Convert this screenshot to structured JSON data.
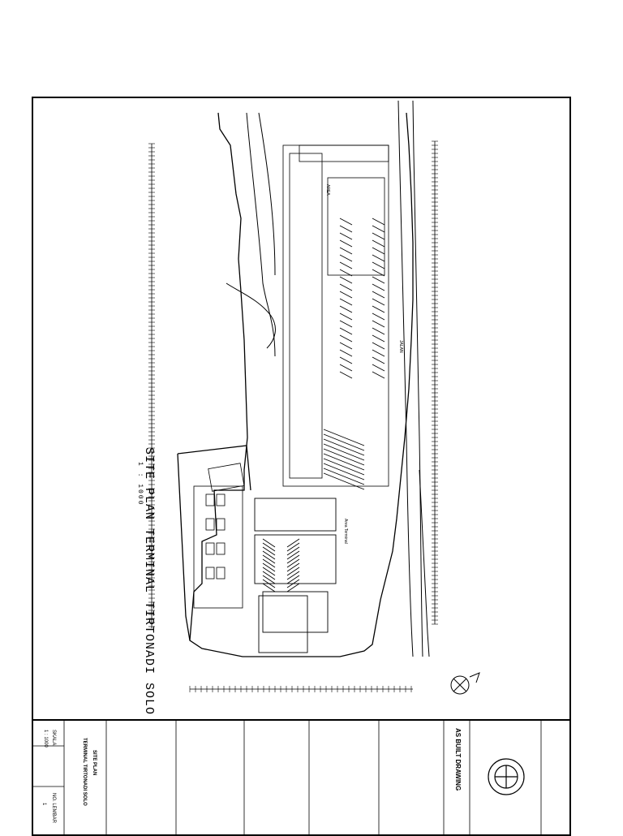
{
  "drawing": {
    "title": "SITE PLAN TERMINAL TIRTONADI SOLO",
    "scale": "1 : 1000"
  },
  "title_block": {
    "project_title": "SITE PLAN",
    "project_subtitle": "TERMINAL TIRTONADI SOLO",
    "scale_label": "SKALA",
    "scale_value": "1 : 1000",
    "sheet_label": "NO. LEMBAR",
    "sheet_value": "1",
    "stamp": "AS BUILT DRAWING"
  },
  "plan_labels": {
    "area_a": "AREA",
    "area_b": "Area Terminal",
    "road": "JALAN"
  },
  "colors": {
    "line": "#000000",
    "paper": "#ffffff"
  }
}
